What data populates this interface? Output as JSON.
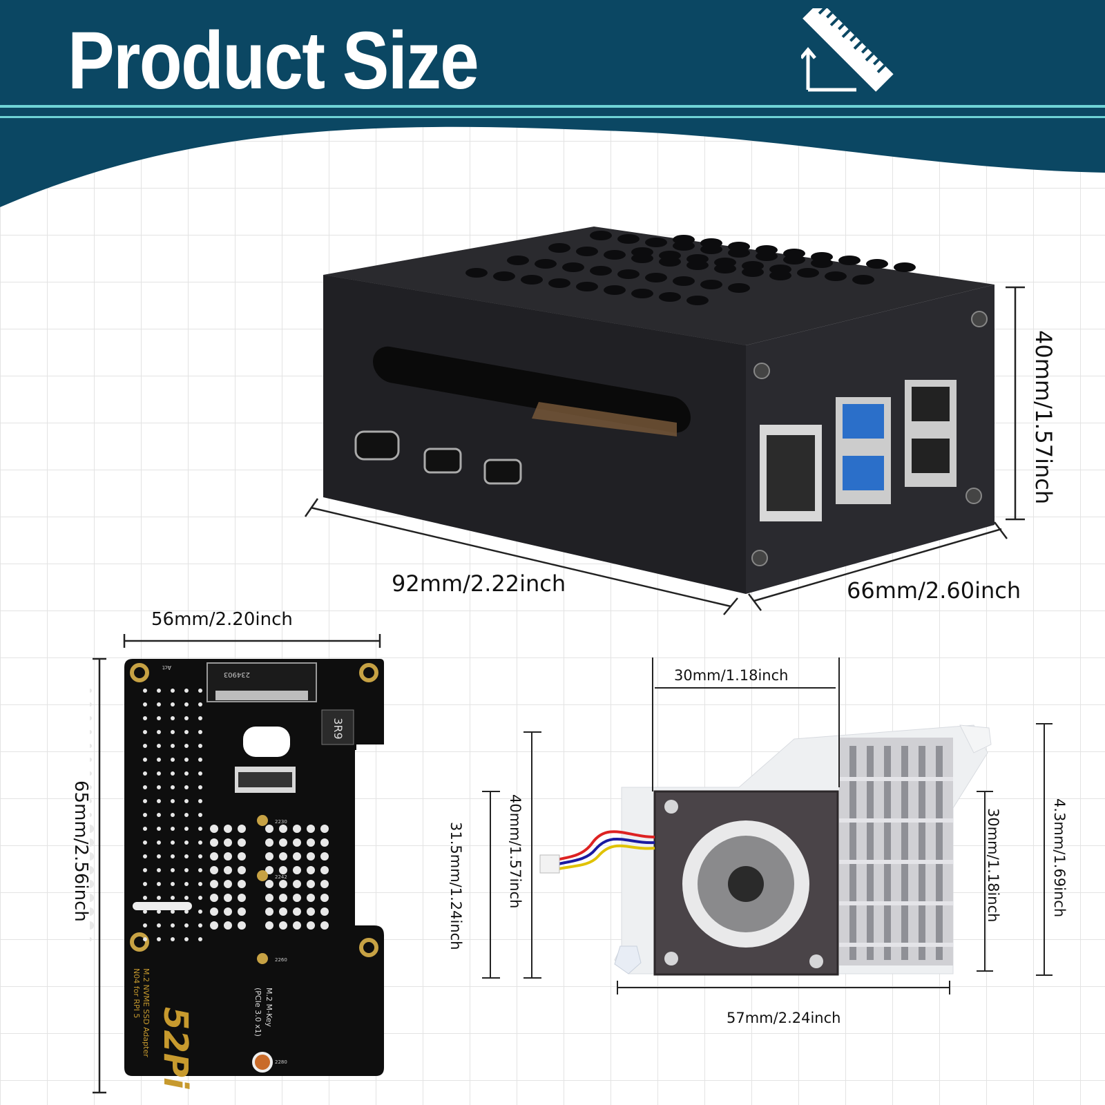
{
  "header": {
    "title": "Product Size",
    "colors": {
      "band": "#0b4763",
      "accent": "#6fd3d6"
    },
    "icon": "ruler-icon"
  },
  "case": {
    "dim_length": "92mm/2.22inch",
    "dim_width": "66mm/2.60inch",
    "dim_height": "40mm/1.57inch"
  },
  "adapter_board": {
    "dim_width": "56mm/2.20inch",
    "dim_height": "65mm/2.56inch",
    "silkscreen": {
      "brand": "52Pi",
      "name": "M.2 NVME SSD Adapter",
      "model": "N04 for RPI 5",
      "key": "M.2 M-Key",
      "bus": "(PCIe 3.0 x1)",
      "part": "234903",
      "inductor": "3R9",
      "led": "Act",
      "holes": [
        "2230",
        "2242",
        "2260",
        "2280"
      ]
    }
  },
  "cooler": {
    "dim_fan_width": "30mm/1.18inch",
    "dim_total_width": "57mm/2.24inch",
    "dim_fan_height": "40mm/1.57inch",
    "dim_base_height": "31.5mm/1.24inch",
    "dim_sink_height": "30mm/1.18inch",
    "dim_total_height": "4.3mm/1.69inch"
  }
}
